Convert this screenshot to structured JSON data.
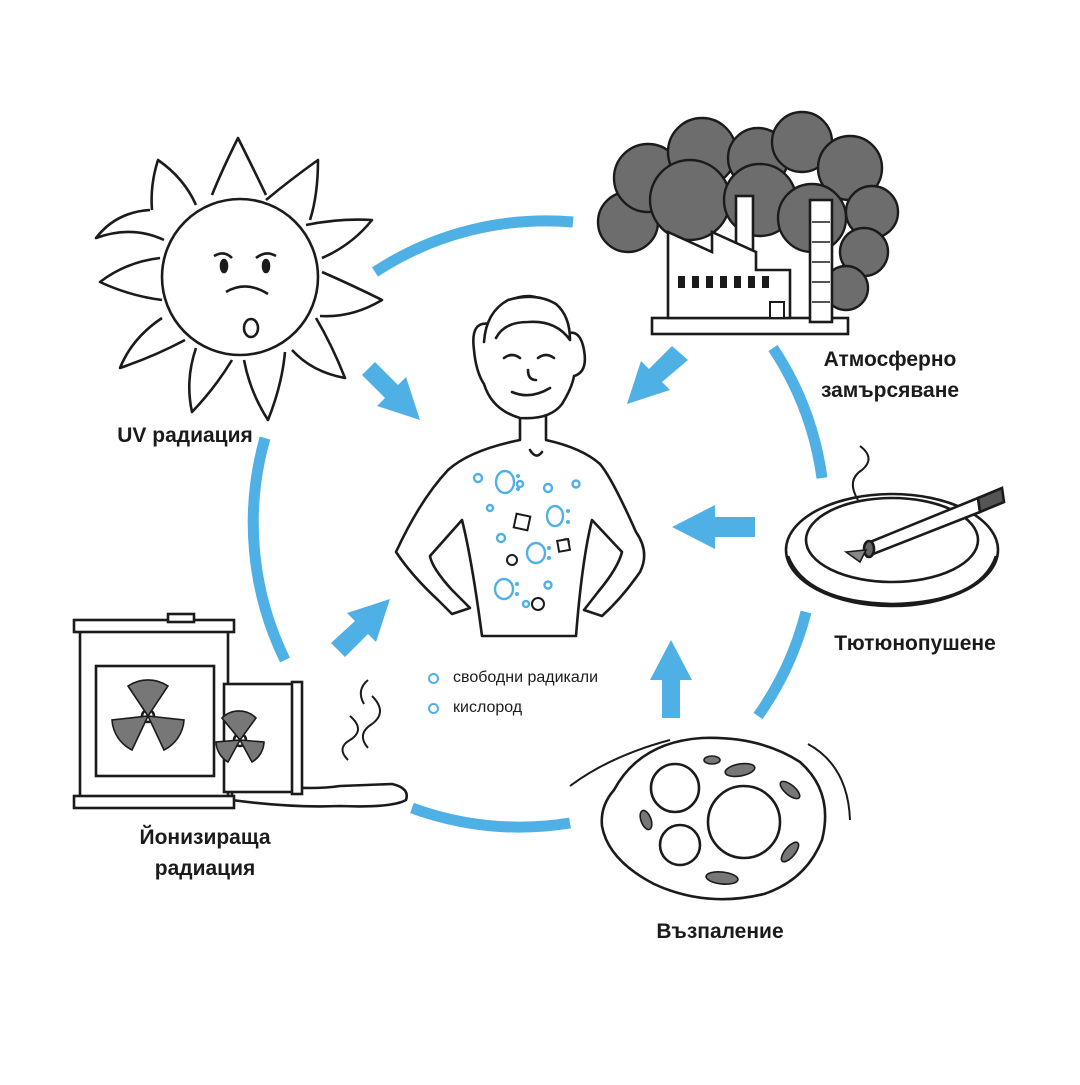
{
  "labels": {
    "uv": "UV радиация",
    "pollution_line1": "Атмосферно",
    "pollution_line2": "замърсяване",
    "smoking": "Тютюнопушене",
    "inflammation": "Възпаление",
    "ionizing_line1": "Йонизираща",
    "ionizing_line2": "радиация"
  },
  "legend": {
    "free_radicals": "свободни радикали",
    "oxygen": "кислород"
  },
  "colors": {
    "accent": "#4fb0e6",
    "ink": "#1b1b1b",
    "smoke": "#6d6d6d",
    "radiation": "#777777"
  }
}
